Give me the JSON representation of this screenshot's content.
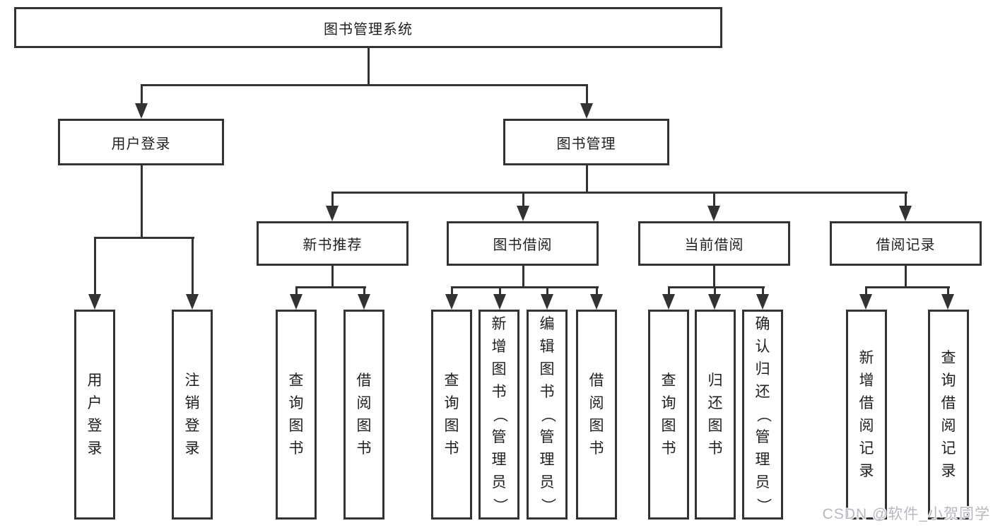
{
  "diagram": {
    "type": "hierarchy-tree",
    "watermark": "CSDN @软件_小贺同学",
    "colors": {
      "line": "#333333",
      "box_border": "#333333",
      "text": "#1f1f1f",
      "background": "#ffffff",
      "watermark": "#b6bac0"
    },
    "tree": {
      "label": "图书管理系统",
      "children": [
        {
          "label": "用户登录",
          "children": [
            {
              "label": "用户登录"
            },
            {
              "label": "注销登录"
            }
          ]
        },
        {
          "label": "图书管理",
          "children": [
            {
              "label": "新书推荐",
              "children": [
                {
                  "label": "查询图书"
                },
                {
                  "label": "借阅图书"
                }
              ]
            },
            {
              "label": "图书借阅",
              "children": [
                {
                  "label": "查询图书"
                },
                {
                  "label": "新增图书（管理员）"
                },
                {
                  "label": "编辑图书（管理员）"
                },
                {
                  "label": "借阅图书"
                }
              ]
            },
            {
              "label": "当前借阅",
              "children": [
                {
                  "label": "查询图书"
                },
                {
                  "label": "归还图书"
                },
                {
                  "label": "确认归还（管理员）"
                }
              ]
            },
            {
              "label": "借阅记录",
              "children": [
                {
                  "label": "新增借阅记录"
                },
                {
                  "label": "查询借阅记录"
                }
              ]
            }
          ]
        }
      ]
    }
  }
}
